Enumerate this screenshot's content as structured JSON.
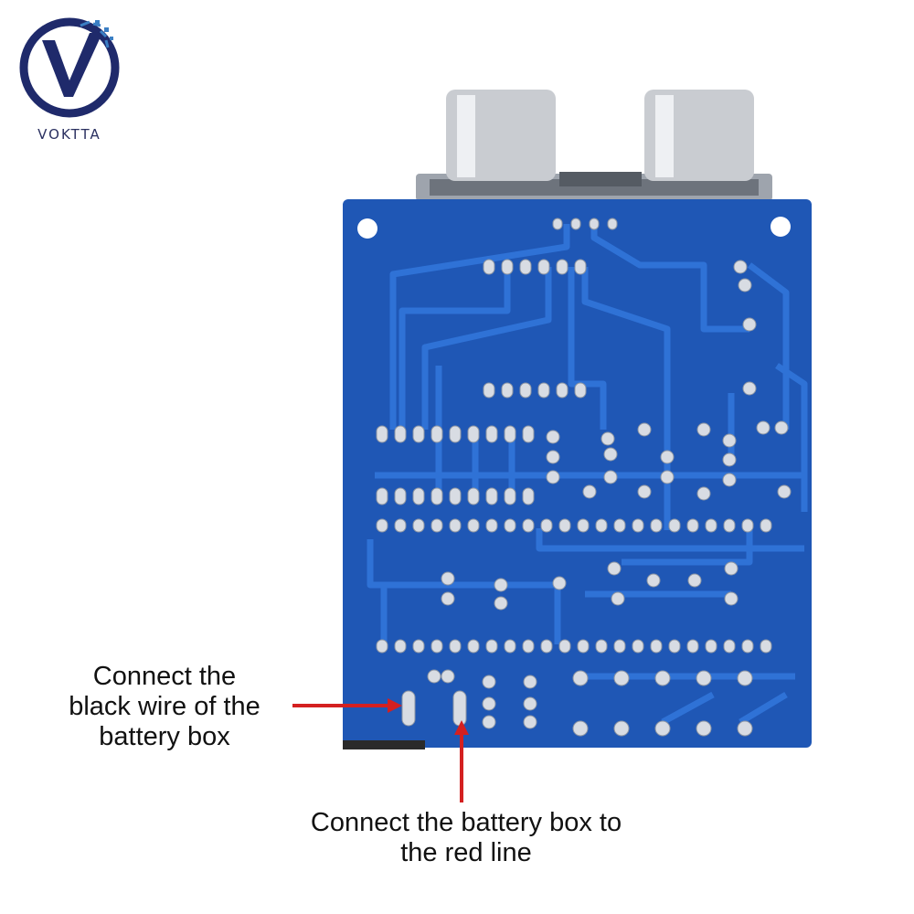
{
  "brand": {
    "name": "VOKTTA",
    "colors": {
      "ring": "#1f2a6b",
      "accent": "#3b7fc4"
    }
  },
  "board": {
    "pcb_color": "#1f57b5",
    "trace_color": "#2f72d6",
    "pad_color": "#d8dce3",
    "connector_color": "#c9ccd1"
  },
  "annotations": [
    {
      "id": "black-wire",
      "text_lines": [
        "Connect the",
        "black wire of the",
        "battery box"
      ],
      "arrow_color": "#d42020"
    },
    {
      "id": "red-line",
      "text_lines": [
        "Connect the battery box to",
        "the red line"
      ],
      "arrow_color": "#d42020"
    }
  ]
}
